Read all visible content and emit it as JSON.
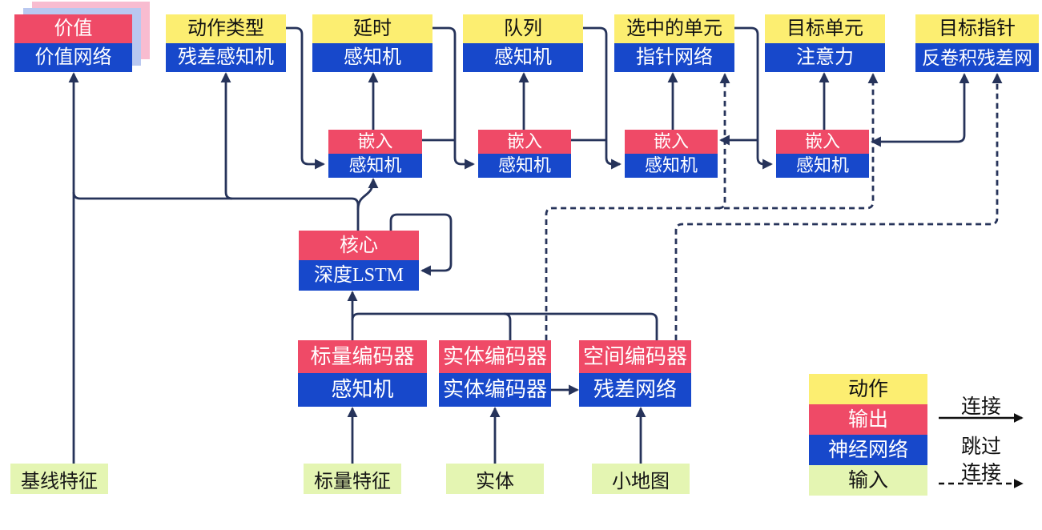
{
  "palette": {
    "action_yellow": "#fcee71",
    "output_red": "#ef4a67",
    "network_blue": "#1748cb",
    "input_green": "#e4f5b2",
    "wire_navy": "#26335a",
    "legend_arrow_black": "#111111",
    "value_shadow_pink": "#f8bcd0",
    "value_shadow_blue": "#b9c8f0"
  },
  "nodes": {
    "value": {
      "header": "价值",
      "body": "价值网络"
    },
    "action_type": {
      "header": "动作类型",
      "body": "残差感知机"
    },
    "delay": {
      "header": "延时",
      "body": "感知机"
    },
    "queue": {
      "header": "队列",
      "body": "感知机"
    },
    "selected_units": {
      "header": "选中的单元",
      "body": "指针网络"
    },
    "target_unit": {
      "header": "目标单元",
      "body": "注意力"
    },
    "target_point": {
      "header": "目标指针",
      "body": "反卷积残差网"
    },
    "embed1": {
      "header": "嵌入",
      "body": "感知机"
    },
    "embed2": {
      "header": "嵌入",
      "body": "感知机"
    },
    "embed3": {
      "header": "嵌入",
      "body": "感知机"
    },
    "embed4": {
      "header": "嵌入",
      "body": "感知机"
    },
    "core": {
      "header": "核心",
      "body": "深度LSTM"
    },
    "scalar_encoder": {
      "header": "标量编码器",
      "body": "感知机"
    },
    "entity_encoder": {
      "header": "实体编码器",
      "body": "实体编码器"
    },
    "spatial_encoder": {
      "header": "空间编码器",
      "body": "残差网络"
    },
    "baseline_features": {
      "label": "基线特征"
    },
    "scalar_features": {
      "label": "标量特征"
    },
    "entities": {
      "label": "实体"
    },
    "minimap": {
      "label": "小地图"
    }
  },
  "legend": {
    "action": "动作",
    "output": "输出",
    "network": "神经网络",
    "input": "输入",
    "connect": "连接",
    "skip_line1": "跳过",
    "skip_line2": "连接"
  }
}
